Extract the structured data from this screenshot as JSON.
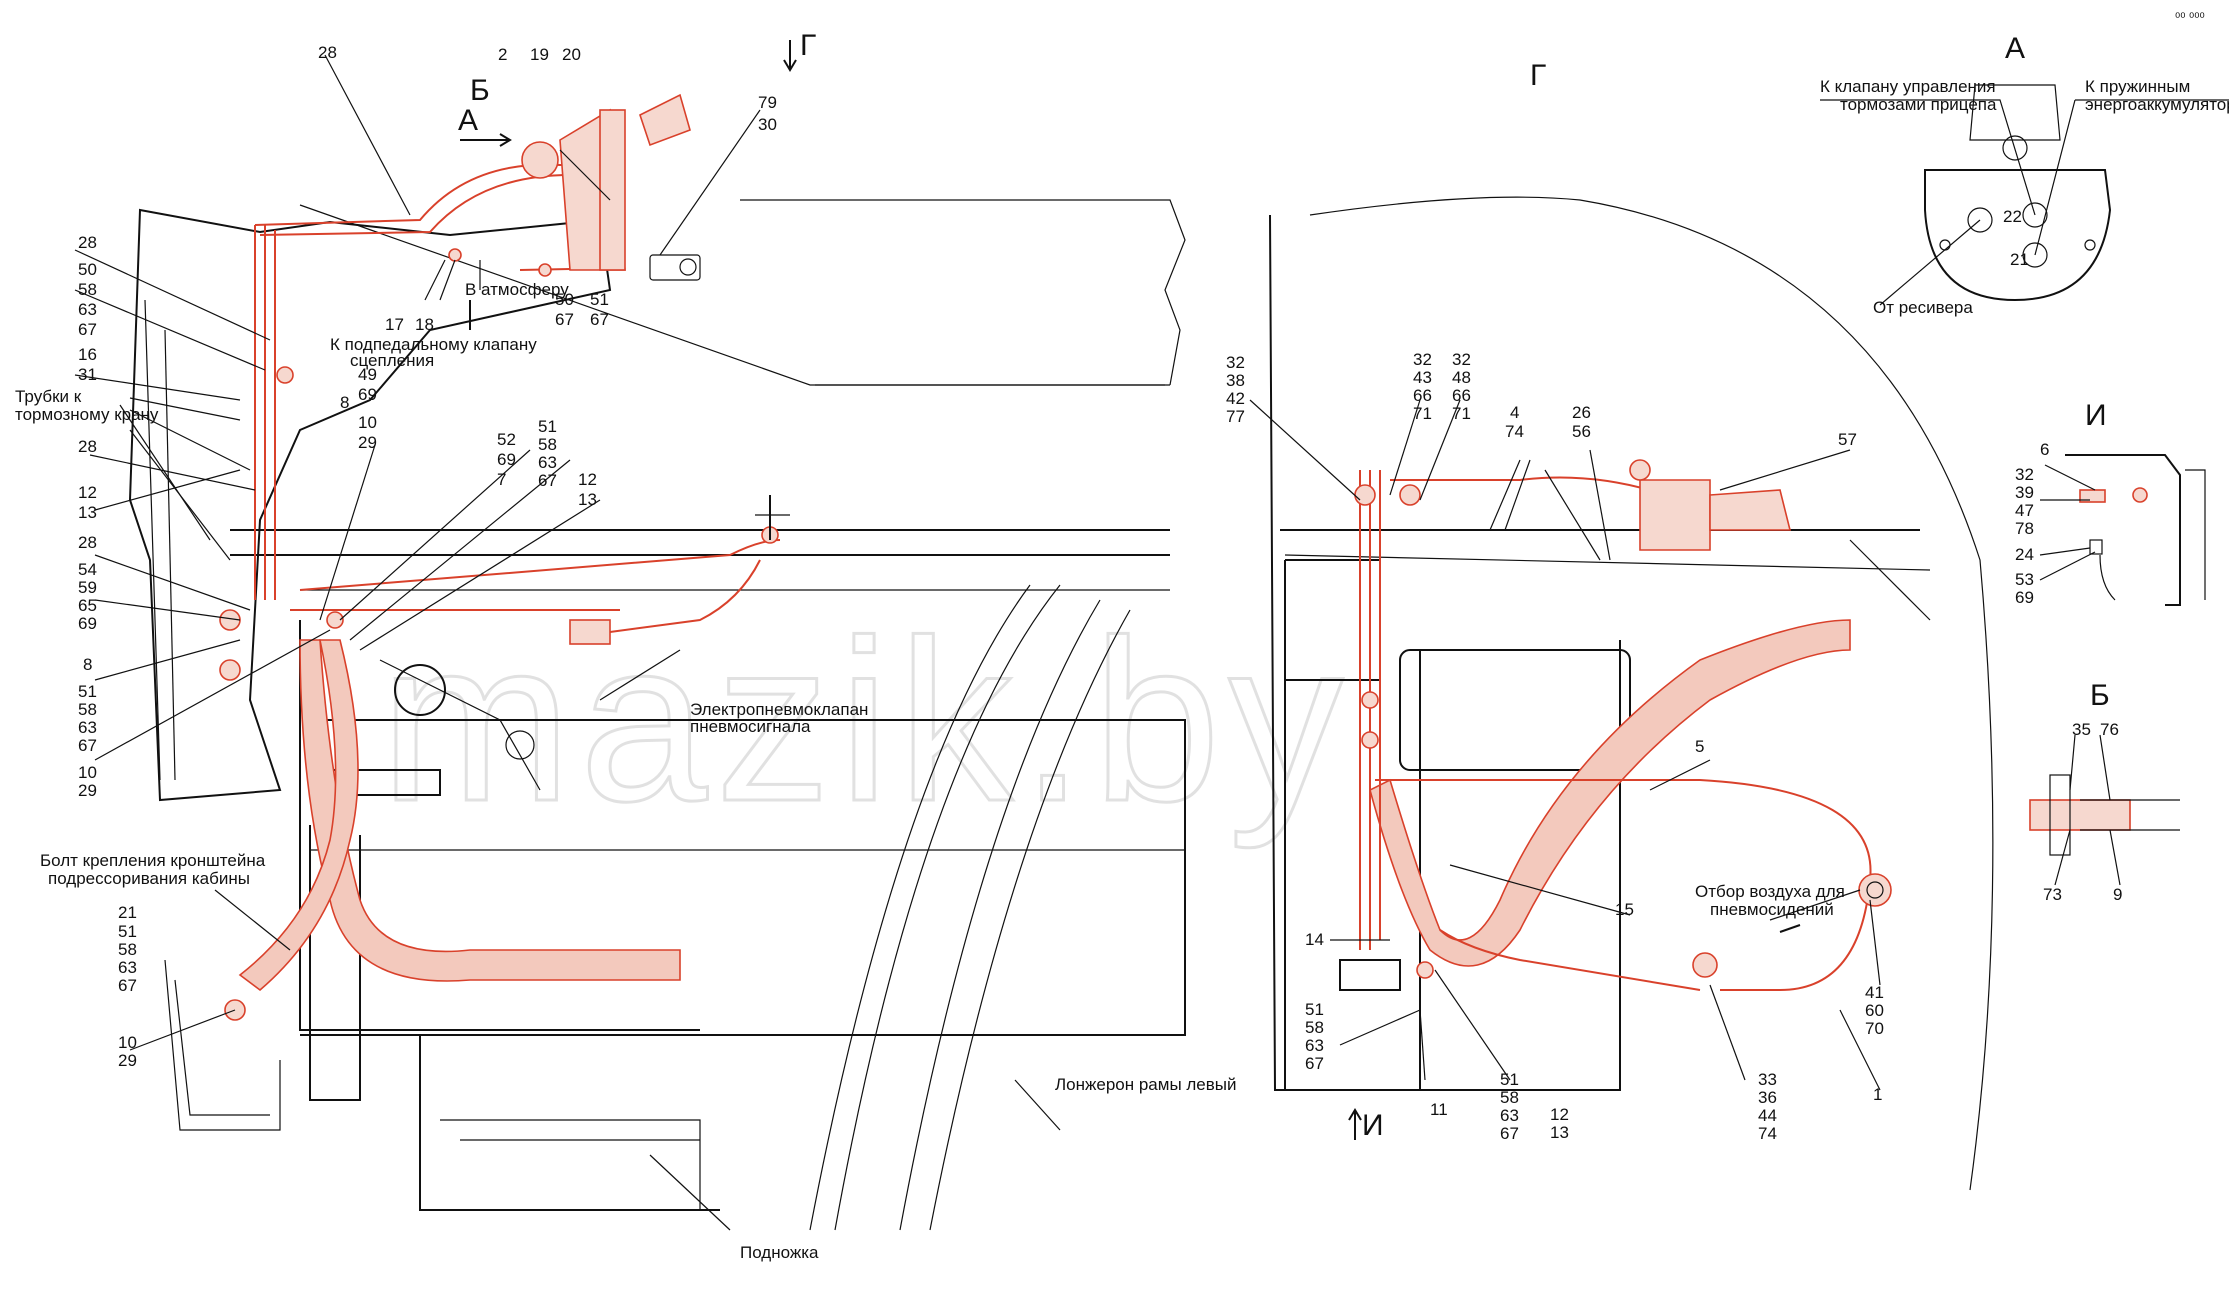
{
  "colors": {
    "line": "#111111",
    "accent": "#d9412b",
    "hose_fill": "#f3c9bd"
  },
  "watermark": "mazik.by",
  "corner_mark": "⁰⁰ ⁰⁰⁰",
  "view_headers": {
    "A": "А",
    "B": "Б",
    "G": "Г",
    "I": "И"
  },
  "view_markers": {
    "a_arrow": "А",
    "b_arrow": "Б",
    "g_arrow": "Г",
    "i_arrow": "И"
  },
  "annotations": {
    "atmosphere": "В атмосферу",
    "clutch_valve_1": "К подпедальному клапану",
    "clutch_valve_2": "сцепления",
    "brake_tubes_1": "Трубки к",
    "brake_tubes_2": "тормозному крану",
    "electro_valve_1": "Электропневмоклапан",
    "electro_valve_2": "пневмосигнала",
    "bolt_1": "Болт крепления кронштейна",
    "bolt_2": "подрессоривания кабины",
    "frame_left": "Лонжерон рамы левый",
    "step": "Подножка",
    "air_take_1": "Отбор воздуха для",
    "air_take_2": "пневмосидений",
    "trailer_valve_1": "К клапану управления",
    "trailer_valve_2": "тормозами прицепа",
    "spring_acc_1": "К пружинным",
    "spring_acc_2": "энергоаккумуляторам",
    "from_receiver": "От ресивера",
    "port_22": "22",
    "port_21": "21"
  },
  "callouts": {
    "c28a": "28",
    "c2": "2",
    "c19": "19",
    "c20": "20",
    "c79": "79",
    "c30": "30",
    "c28b": "28",
    "c50a": "50",
    "c58a": "58",
    "c63a": "63",
    "c67a": "67",
    "c16": "16",
    "c31": "31",
    "c17": "17",
    "c18": "18",
    "c50b": "50",
    "c67b": "67",
    "c51b": "51",
    "c67c": "67",
    "c49": "49",
    "c69a": "69",
    "c8a": "8",
    "c10a": "10",
    "c29a": "29",
    "c52": "52",
    "c69b": "69",
    "c7": "7",
    "c51c": "51",
    "c58c": "58",
    "c63c": "63",
    "c67d": "67",
    "c12a": "12",
    "c13a": "13",
    "c28c": "28",
    "c12b": "12",
    "c13b": "13",
    "c28d": "28",
    "c54": "54",
    "c59": "59",
    "c65": "65",
    "c69c": "69",
    "c8b": "8",
    "c51d": "51",
    "c58d": "58",
    "c63d": "63",
    "c67e": "67",
    "c10b": "10",
    "c29b": "29",
    "c21": "21",
    "c51e": "51",
    "c58e": "58",
    "c63e": "63",
    "c67f": "67",
    "c10c": "10",
    "c29c": "29",
    "c32a": "32",
    "c38": "38",
    "c42": "42",
    "c77": "77",
    "c32b": "32",
    "c43": "43",
    "c66a": "66",
    "c71a": "71",
    "c32c": "32",
    "c48": "48",
    "c66b": "66",
    "c71b": "71",
    "c4": "4",
    "c74a": "74",
    "c26": "26",
    "c56": "56",
    "c57": "57",
    "c5": "5",
    "c15": "15",
    "c14": "14",
    "c51f": "51",
    "c58f": "58",
    "c63f": "63",
    "c67g": "67",
    "c11": "11",
    "c51g": "51",
    "c58g": "58",
    "c63g": "63",
    "c67h": "67",
    "c12c": "12",
    "c13c": "13",
    "c33": "33",
    "c36": "36",
    "c44": "44",
    "c74b": "74",
    "c41": "41",
    "c60": "60",
    "c70": "70",
    "c1": "1",
    "c6": "6",
    "c32d": "32",
    "c39": "39",
    "c47": "47",
    "c78": "78",
    "c24": "24",
    "c53": "53",
    "c69d": "69",
    "c35": "35",
    "c76": "76",
    "c73": "73",
    "c9": "9"
  }
}
